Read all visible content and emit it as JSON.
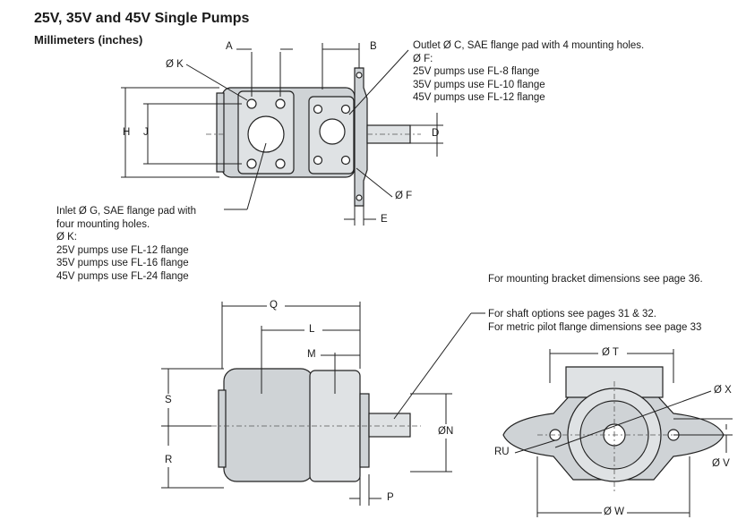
{
  "header": {
    "title": "25V, 35V and 45V Single Pumps",
    "subtitle": "Millimeters (inches)"
  },
  "notes": {
    "outlet": [
      "Outlet  Ø C, SAE flange pad with 4 mounting holes.",
      "Ø F:",
      "25V pumps use FL-8 flange",
      "35V pumps use FL-10 flange",
      "45V pumps use FL-12 flange"
    ],
    "inlet": [
      "Inlet Ø G, SAE flange pad with",
      "four mounting holes.",
      "Ø K:",
      "25V pumps use FL-12 flange",
      "35V pumps use FL-16 flange",
      "45V pumps use FL-24 flange"
    ],
    "bracket": "For mounting bracket dimensions see page 36.",
    "shaft": [
      "For shaft options see pages 31 & 32.",
      "For metric pilot flange dimensions see page 33"
    ]
  },
  "dimensions": {
    "A": "A",
    "B": "B",
    "K": "Ø K",
    "H": "H",
    "J": "J",
    "D": "D",
    "F": "Ø F",
    "E": "E",
    "Q": "Q",
    "L": "L",
    "M": "M",
    "S": "S",
    "R": "R",
    "N": "ØN",
    "P": "P",
    "T": "Ø T",
    "X": "Ø X",
    "RU": "RU",
    "V": "Ø V",
    "W": "Ø W"
  }
}
